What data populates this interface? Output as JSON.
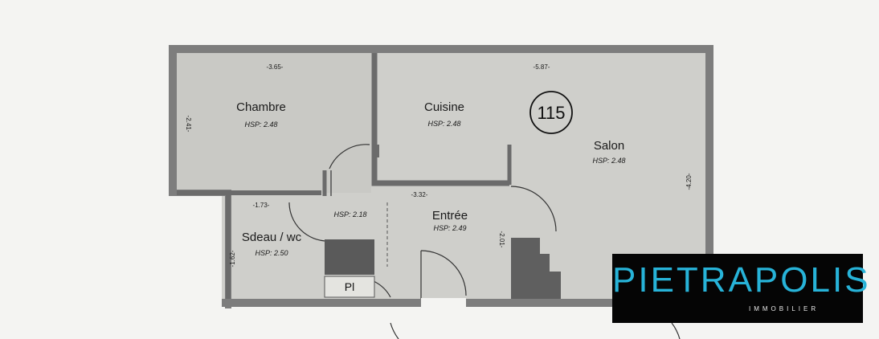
{
  "plan": {
    "lot_number": "115",
    "rooms": {
      "chambre": {
        "name": "Chambre",
        "hsp": "HSP: 2.48"
      },
      "cuisine": {
        "name": "Cuisine",
        "hsp": "HSP: 2.48"
      },
      "salon": {
        "name": "Salon",
        "hsp": "HSP: 2.48"
      },
      "entree": {
        "name": "Entrée",
        "hsp": "HSP: 2.49"
      },
      "degagement": {
        "hsp": "HSP: 2.18"
      },
      "sdeau": {
        "name": "Sdeau / wc",
        "hsp": "HSP: 2.50"
      },
      "placard": {
        "name": "Pl"
      }
    },
    "dimensions": {
      "chambre_width": "-3.65-",
      "chambre_height": "-2.41-",
      "salon_width": "-5.87-",
      "salon_height": "-4.20-",
      "entree_width": "-3.32-",
      "entree_height": "-2.01-",
      "sdeau_width": "-1.73-",
      "sdeau_height": "-1.62-"
    }
  },
  "brand": {
    "name": "PIETRAPOLIS",
    "tagline": "IMMOBILIER",
    "color": "#27b3d8"
  }
}
